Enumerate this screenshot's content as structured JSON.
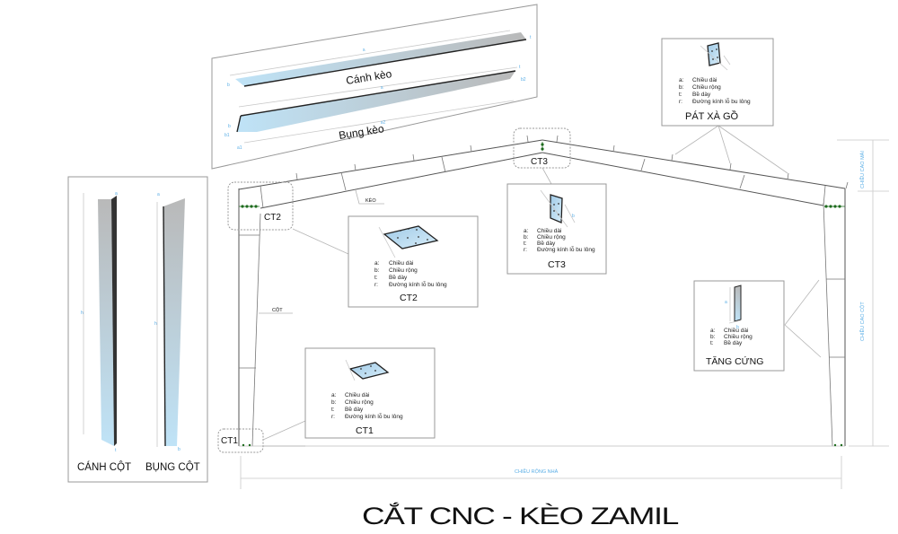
{
  "title": "CẮT CNC - KÈO ZAMIL",
  "colors": {
    "steel_light": "#bfe3f7",
    "steel_dark": "#b9b9b9",
    "dimension_text": "#5aaee6",
    "bolt": "#1e6b1e"
  },
  "rafter_panel": {
    "flange_label": "Cánh kèo",
    "web_label": "Bụng kèo",
    "dim_labels": {
      "length": "a",
      "a2": "a2",
      "a1": "a1",
      "t": "t",
      "b": "b",
      "b1": "b1",
      "b2": "b2"
    }
  },
  "column_panel": {
    "flange_label": "CÁNH CỘT",
    "web_label": "BỤNG CỘT",
    "dim_labels": {
      "h": "h",
      "a": "a",
      "t": "t",
      "b": "b"
    }
  },
  "frame": {
    "rafter_label": "KÈO",
    "column_label": "CỘT",
    "width_label": "CHIỀU RỘNG NHÀ",
    "roof_height_label": "CHIỀU CAO MÁI",
    "column_height_label": "CHIỀU CAO CỘT",
    "callouts": [
      "CT1",
      "CT2",
      "CT3"
    ]
  },
  "details": {
    "ct1": {
      "title": "CT1",
      "legend": [
        {
          "key": "a:",
          "text": "Chiều dài"
        },
        {
          "key": "b:",
          "text": "Chiều rộng"
        },
        {
          "key": "t:",
          "text": "Bề dày"
        },
        {
          "key": "r:",
          "text": "Đường kính lỗ bu lông"
        }
      ]
    },
    "ct2": {
      "title": "CT2",
      "legend": [
        {
          "key": "a:",
          "text": "Chiều dài"
        },
        {
          "key": "b:",
          "text": "Chiều rộng"
        },
        {
          "key": "t:",
          "text": "Bề dày"
        },
        {
          "key": "r:",
          "text": "Đường kính lỗ bu lông"
        }
      ]
    },
    "ct3": {
      "title": "CT3",
      "legend": [
        {
          "key": "a:",
          "text": "Chiều dài"
        },
        {
          "key": "b:",
          "text": "Chiều rộng"
        },
        {
          "key": "t:",
          "text": "Bề dày"
        },
        {
          "key": "r:",
          "text": "Đường kính lỗ bu lông"
        }
      ]
    },
    "purlin_cleat": {
      "title": "PÁT XÀ GỒ",
      "legend": [
        {
          "key": "a:",
          "text": "Chiều dài"
        },
        {
          "key": "b:",
          "text": "Chiều rộng"
        },
        {
          "key": "t:",
          "text": "Bề dày"
        },
        {
          "key": "r:",
          "text": "Đường kính lỗ bu lông"
        }
      ]
    },
    "stiffener": {
      "title": "TĂNG CỨNG",
      "legend": [
        {
          "key": "a:",
          "text": "Chiều dài"
        },
        {
          "key": "b:",
          "text": "Chiều rộng"
        },
        {
          "key": "t:",
          "text": "Bề dày"
        }
      ]
    }
  }
}
